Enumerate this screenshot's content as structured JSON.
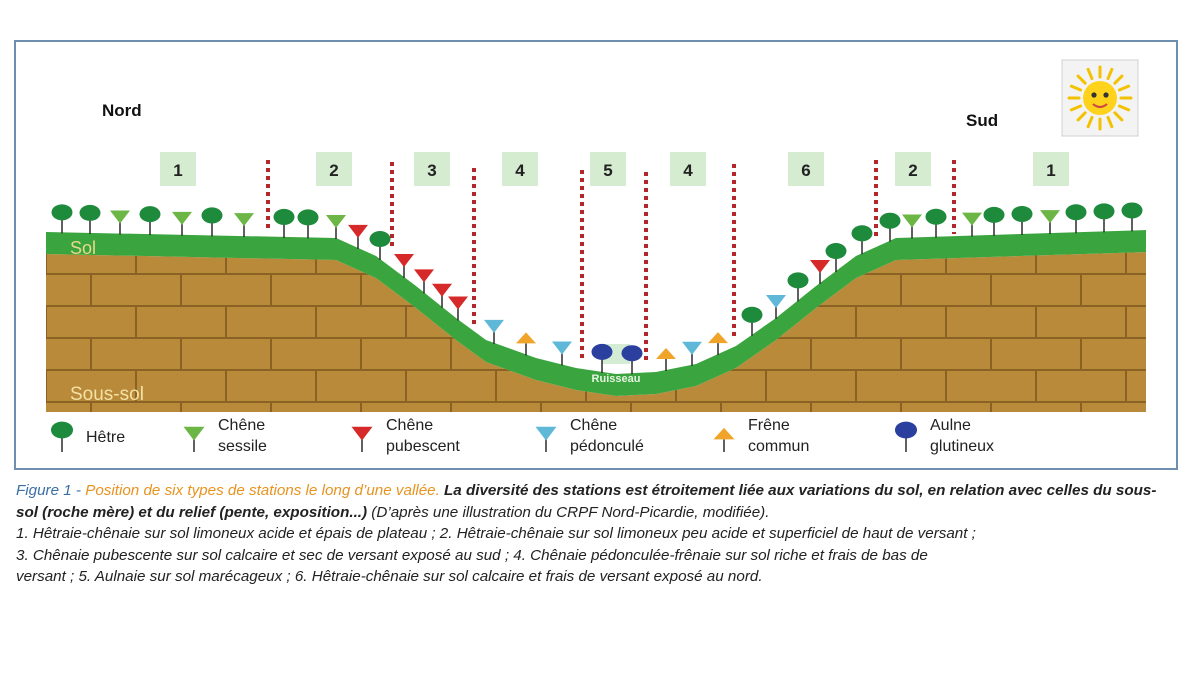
{
  "labels": {
    "nord": "Nord",
    "sud": "Sud",
    "sol": "Sol",
    "sous_sol": "Sous-sol",
    "ruisseau": "Ruisseau"
  },
  "zones": [
    "1",
    "2",
    "3",
    "4",
    "5",
    "4",
    "6",
    "2",
    "1"
  ],
  "legend": [
    {
      "line1": "Hêtre",
      "line2": "",
      "symbol": "circle",
      "color": "#1e8a3c"
    },
    {
      "line1": "Chêne",
      "line2": "sessile",
      "symbol": "triangle-down",
      "color": "#6bb644"
    },
    {
      "line1": "Chêne",
      "line2": "pubescent",
      "symbol": "triangle-down",
      "color": "#d62a2a"
    },
    {
      "line1": "Chêne",
      "line2": "pédonculé",
      "symbol": "triangle-down",
      "color": "#5fb8d8"
    },
    {
      "line1": "Frêne",
      "line2": "commun",
      "symbol": "triangle-up",
      "color": "#f0a52a"
    },
    {
      "line1": "Aulne",
      "line2": "glutineux",
      "symbol": "circle",
      "color": "#2b3f9e"
    }
  ],
  "colors": {
    "soil_green": "#3aa53e",
    "bedrock": "#b98a3a",
    "brick_line": "#8a6324",
    "zone_box": "#d5ecd0",
    "separator": "#b3262a",
    "frame": "#6f8fb0"
  },
  "sun_icon": "sun-icon",
  "caption": {
    "fig_label": "Figure 1 - ",
    "position_text": "Position de six types de stations le long d’une vallée.",
    "bold_text": " La diversité des stations est étroitement liée aux variations du sol, en relation avec celles du sous-sol (roche mère) et du relief (pente, exposition...)",
    "source_text": " (D’après une illustration du CRPF Nord-Picardie, modifiée).",
    "line1": "1. Hêtraie-chênaie sur sol limoneux acide et épais de plateau ; 2. Hêtraie-chênaie sur sol limoneux peu acide et superficiel de haut de versant ;",
    "line2": "3. Chênaie pubescente sur sol calcaire et sec de versant exposé au sud ; 4. Chênaie pédonculée-frênaie  sur sol  riche et frais de bas de",
    "line3": "versant ; 5. Aulnaie sur sol marécageux ; 6. Hêtraie-chênaie sur sol calcaire et frais de versant exposé au nord."
  }
}
